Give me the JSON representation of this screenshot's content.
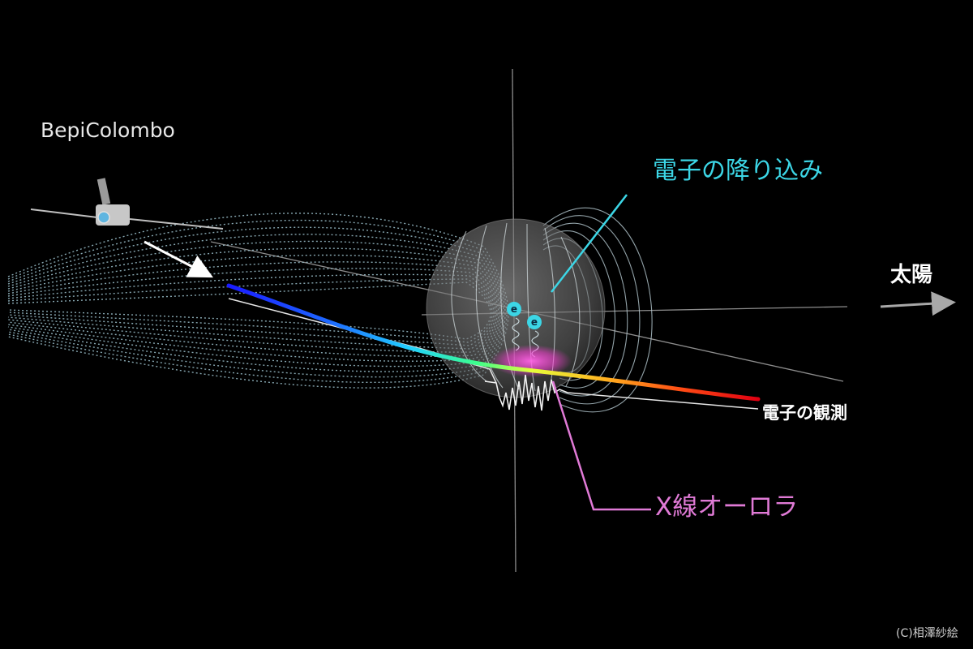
{
  "labels": {
    "spacecraft": "BepiColombo",
    "sun": "太陽",
    "electron_precipitation": "電子の降り込み",
    "electron_observation": "電子の観測",
    "xray_aurora": "X線オーロラ",
    "credit": "(C)相澤紗絵",
    "electron_symbol": "e"
  },
  "colors": {
    "background": "#000000",
    "cyan_label": "#3cd6e6",
    "pink_label": "#e07ad6",
    "field_lines": "#9fc4d0",
    "aurora_glow": "#ff3fd8"
  },
  "icons": [
    "spacecraft-icon",
    "planet-icon",
    "electron-icon",
    "arrow-icon"
  ]
}
